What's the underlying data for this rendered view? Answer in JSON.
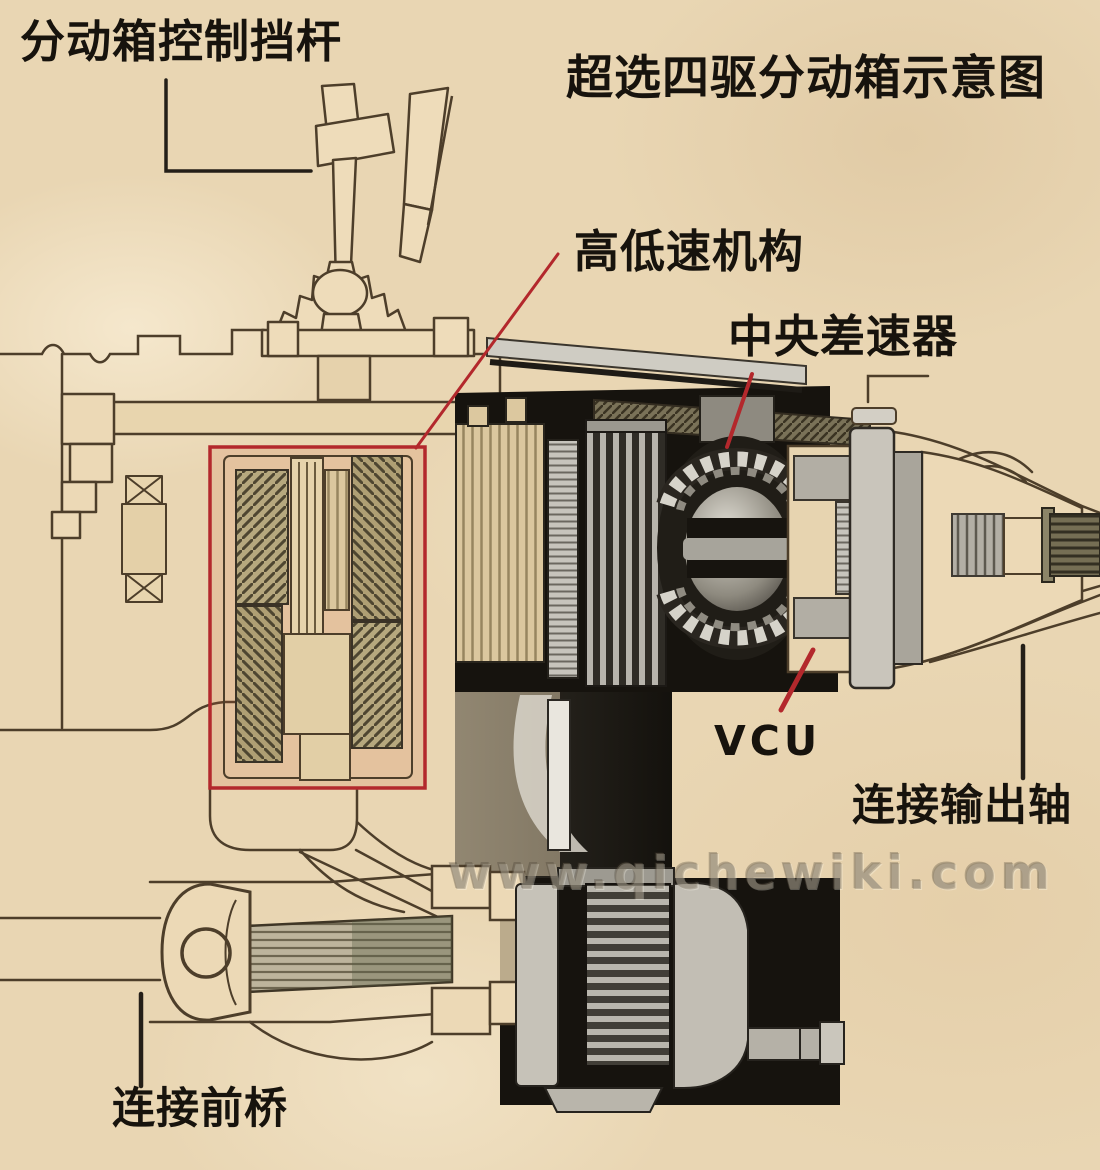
{
  "title": "超选四驱分动箱示意图",
  "labels": {
    "shift_lever": "分动箱控制挡杆",
    "high_low": "高低速机构",
    "center_diff": "中央差速器",
    "vcu": "VCU",
    "output_shaft": "连接输出轴",
    "front_axle": "连接前桥"
  },
  "watermark": "www.qichewiki.com",
  "colors": {
    "paper": "#e9d6b3",
    "ink": "#17130d",
    "highlight_red": "#b3282c",
    "outline_brown": "#4d3e2a",
    "machinery_black": "#16130e",
    "gear_khaki": "#b6a87e",
    "metal_light": "#c9c5bb",
    "metal_mid": "#8e8a80"
  }
}
